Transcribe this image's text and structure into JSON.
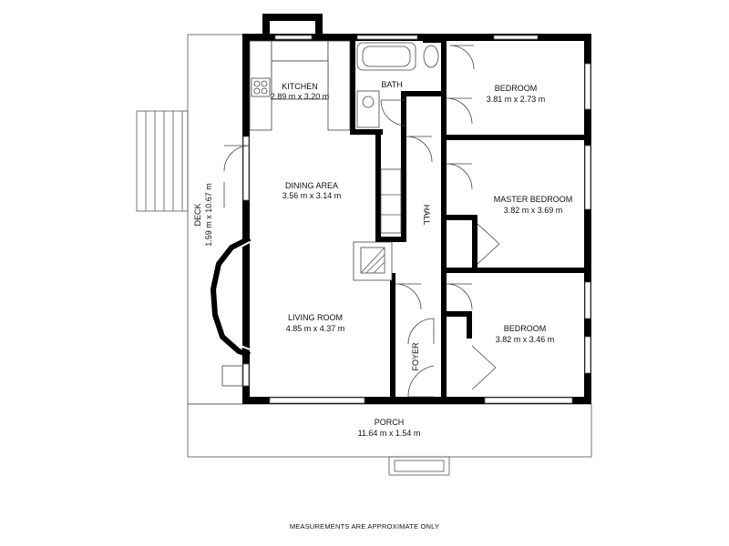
{
  "rooms": {
    "kitchen": {
      "name": "KITCHEN",
      "dims": "2.89 m x 3.20 m"
    },
    "bath": {
      "name": "BATH"
    },
    "bedroom_top": {
      "name": "BEDROOM",
      "dims": "3.81 m x 2.73 m"
    },
    "dining": {
      "name": "DINING AREA",
      "dims": "3.56 m x 3.14 m"
    },
    "master": {
      "name": "MASTER BEDROOM",
      "dims": "3.82 m x 3.69 m"
    },
    "hall": {
      "name": "HALL"
    },
    "deck": {
      "name": "DECK",
      "dims": "1.59 m x 10.67 m"
    },
    "living": {
      "name": "LIVING ROOM",
      "dims": "4.85 m x 4.37 m"
    },
    "foyer": {
      "name": "FOYER"
    },
    "bedroom_bottom": {
      "name": "BEDROOM",
      "dims": "3.82 m x 3.46 m"
    },
    "porch": {
      "name": "PORCH",
      "dims": "11.64 m x 1.54 m"
    }
  },
  "footer": {
    "note": "MEASUREMENTS ARE APPROXIMATE ONLY"
  }
}
